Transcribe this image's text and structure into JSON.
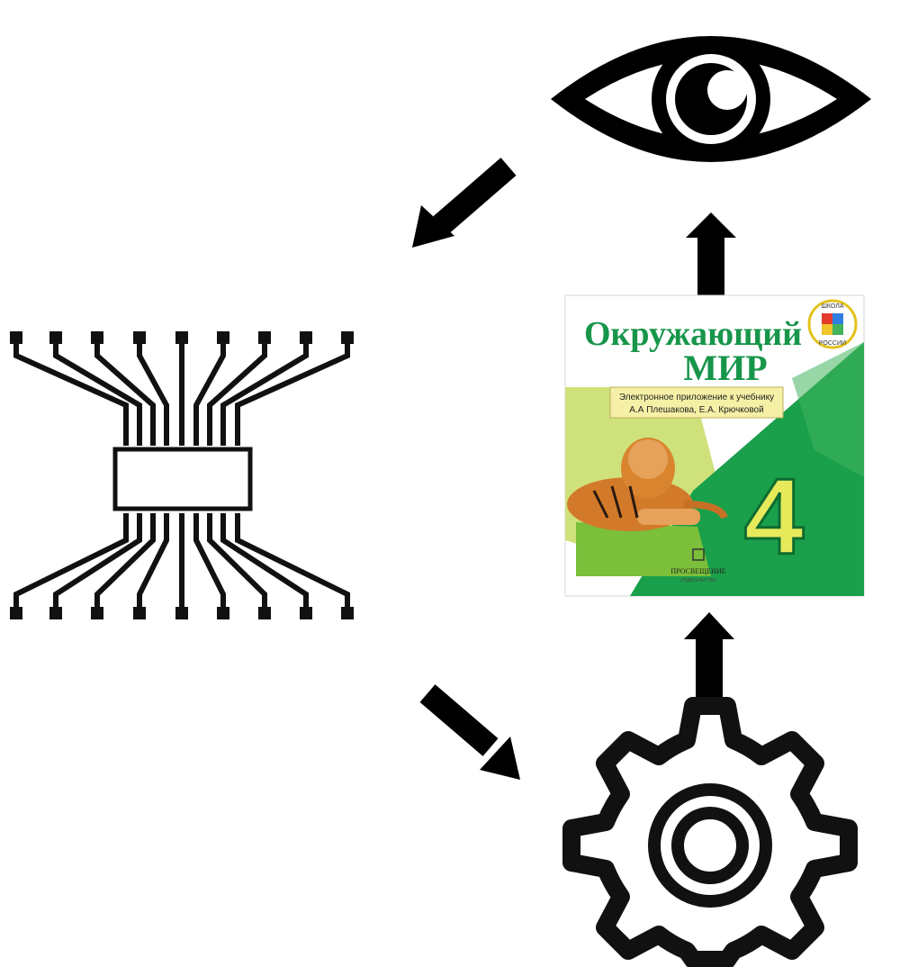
{
  "diagram": {
    "nodes": [
      {
        "id": "eye",
        "icon": "eye-icon"
      },
      {
        "id": "chip",
        "icon": "microchip-icon"
      },
      {
        "id": "gear",
        "icon": "gear-icon"
      },
      {
        "id": "cover",
        "icon": "textbook-cover"
      }
    ],
    "arrows": [
      {
        "from": "eye",
        "to": "chip"
      },
      {
        "from": "chip",
        "to": "gear"
      },
      {
        "from": "gear",
        "to": "cover"
      },
      {
        "from": "cover",
        "to": "eye"
      }
    ]
  },
  "cover": {
    "title_line1": "Окружающий",
    "title_line2": "МИР",
    "subtitle_line1": "Электронное приложение к учебнику",
    "subtitle_line2": "А.А Плешакова, Е.А. Крючковой",
    "grade": "4",
    "publisher": "ПРОСВЕЩЕНИЕ",
    "publisher_sub": "ИЗДАТЕЛЬСТВО",
    "badge_top": "ШКОЛА",
    "badge_bottom": "РОССИИ"
  },
  "colors": {
    "ink": "#000000",
    "cover_green": "#1aa04a",
    "cover_light_green": "#c9dc6a",
    "title_green": "#17964a",
    "grade_yellow": "#e6ea5a"
  }
}
